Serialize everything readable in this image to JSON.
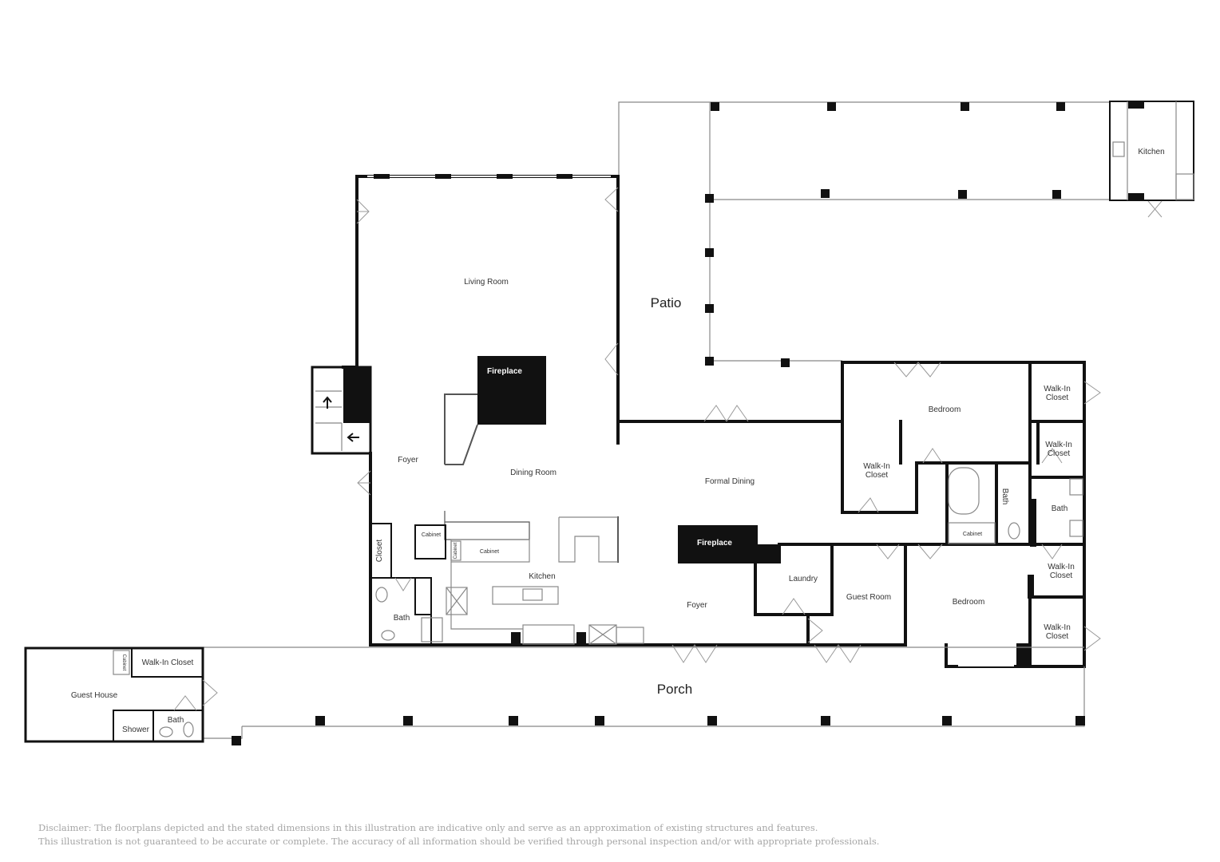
{
  "rooms": {
    "living_room": "Living Room",
    "patio": "Patio",
    "kitchen_outdoor": "Kitchen",
    "fireplace_1": "Fireplace",
    "foyer_1": "Foyer",
    "dining_room": "Dining Room",
    "formal_dining": "Formal Dining",
    "bedroom_1": "Bedroom",
    "walkin_closet_1": "Walk-In\nCloset",
    "walkin_closet_2": "Walk-In\nCloset",
    "walkin_closet_3": "Walk-In\nCloset",
    "walkin_closet_4": "Walk-In\nCloset",
    "walkin_closet_5": "Walk-In\nCloset",
    "bath_1": "Bath",
    "bath_2": "Bath",
    "bath_3": "Bath",
    "bath_4": "Bath",
    "cabinet_1": "Cabinet",
    "cabinet_2": "Cabinet",
    "cabinet_3": "Cabinet",
    "cabinet_4": "Cabinet",
    "cabinet_5": "Cabinet",
    "closet": "Closet",
    "kitchen_main": "Kitchen",
    "fireplace_2": "Fireplace",
    "foyer_2": "Foyer",
    "laundry": "Laundry",
    "guest_room": "Guest Room",
    "bedroom_2": "Bedroom",
    "porch": "Porch",
    "guest_house": "Guest House",
    "walkin_closet_gh": "Walk-In Closet",
    "shower": "Shower"
  },
  "disclaimer": {
    "line1": "Disclaimer: The floorplans depicted and the stated dimensions in this illustration are indicative only and serve as an approximation of existing structures and features.",
    "line2": "This illustration is not guaranteed to be accurate or complete. The accuracy of all information should be verified through personal inspection and/or with appropriate professionals."
  }
}
